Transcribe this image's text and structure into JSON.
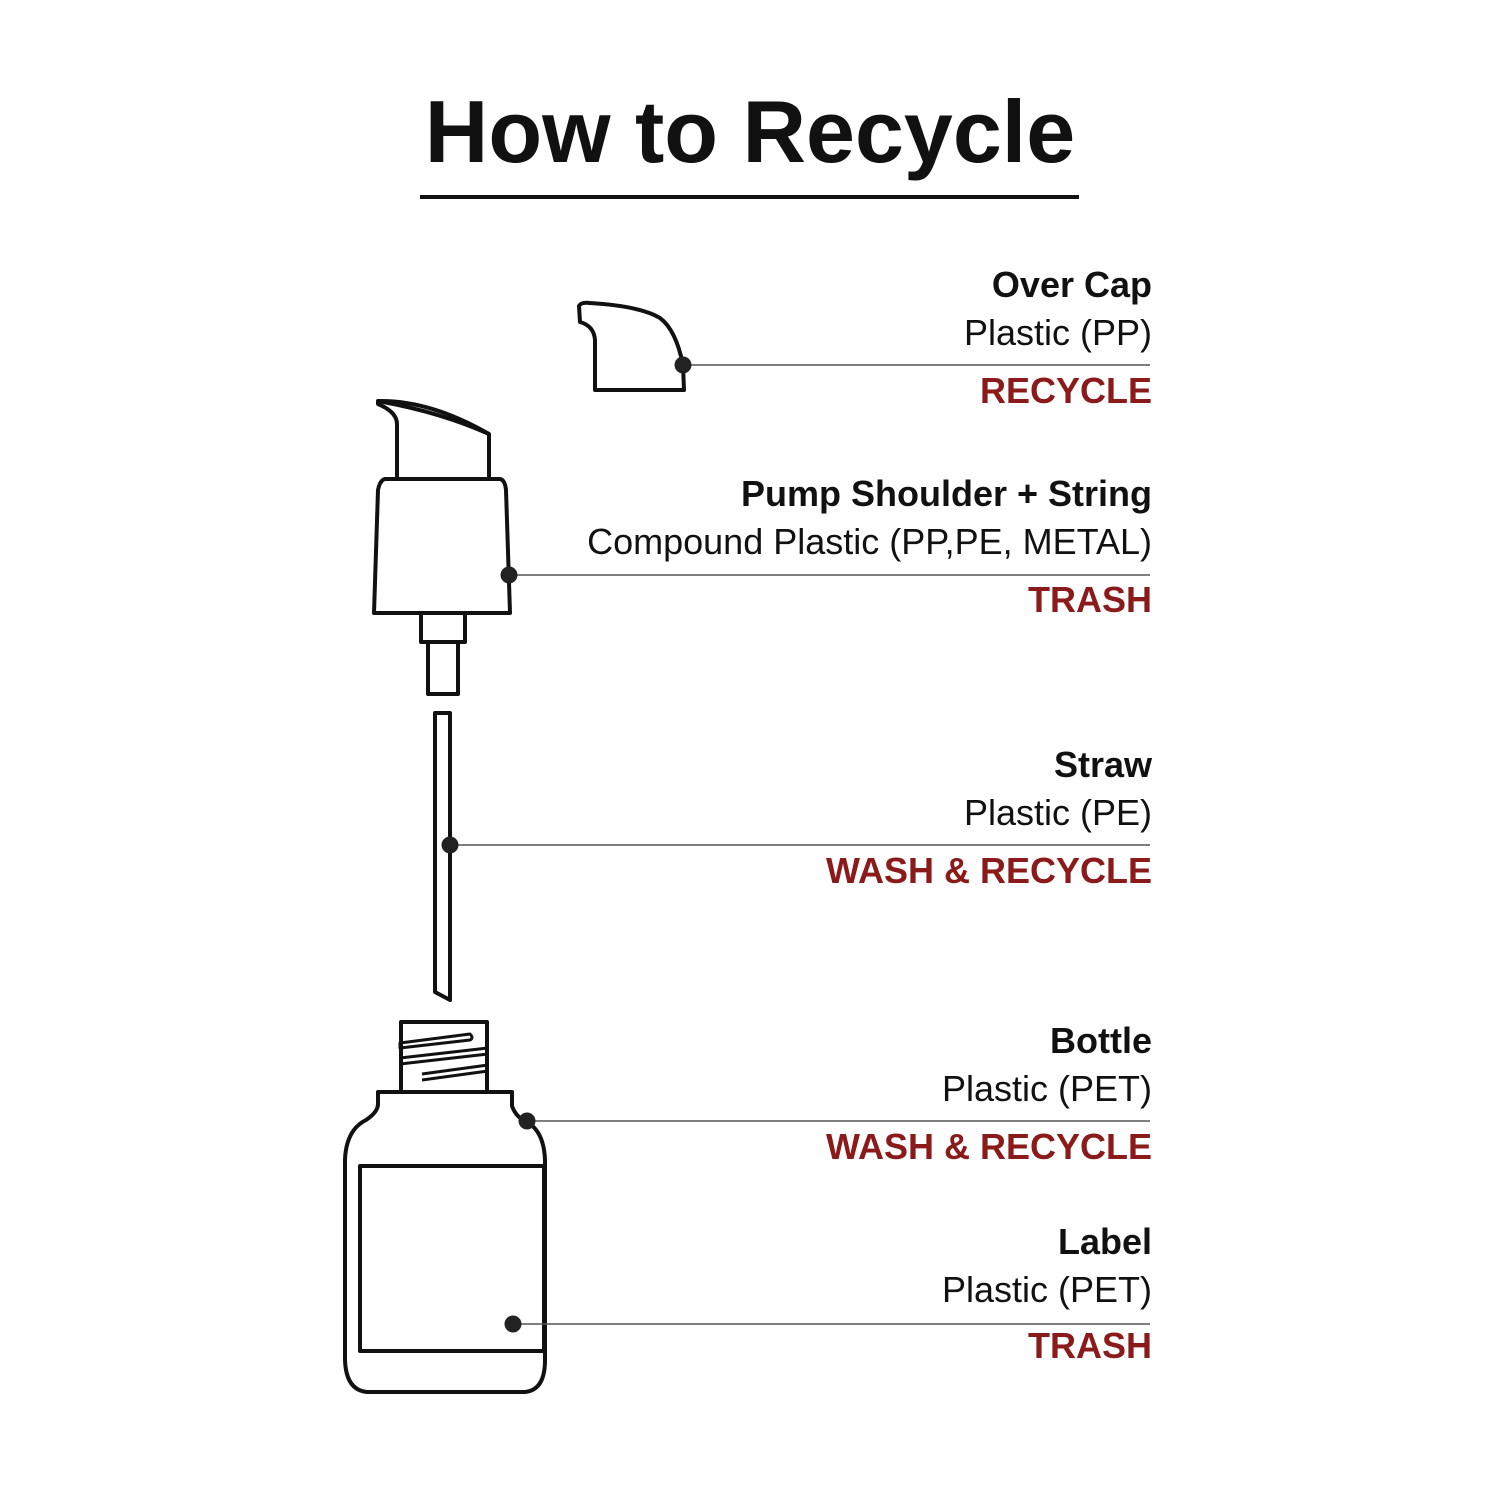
{
  "title": "How to Recycle",
  "colors": {
    "action": "#8b1a1a",
    "ink": "#111111",
    "leader": "#555555"
  },
  "parts": [
    {
      "name": "Over Cap",
      "material": "Plastic (PP)",
      "action": "RECYCLE"
    },
    {
      "name": "Pump Shoulder + String",
      "material": "Compound Plastic (PP,PE, METAL)",
      "action": "TRASH"
    },
    {
      "name": "Straw",
      "material": "Plastic (PE)",
      "action": "WASH & RECYCLE"
    },
    {
      "name": "Bottle",
      "material": "Plastic (PET)",
      "action": "WASH & RECYCLE"
    },
    {
      "name": "Label",
      "material": "Plastic (PET)",
      "action": "TRASH"
    }
  ]
}
